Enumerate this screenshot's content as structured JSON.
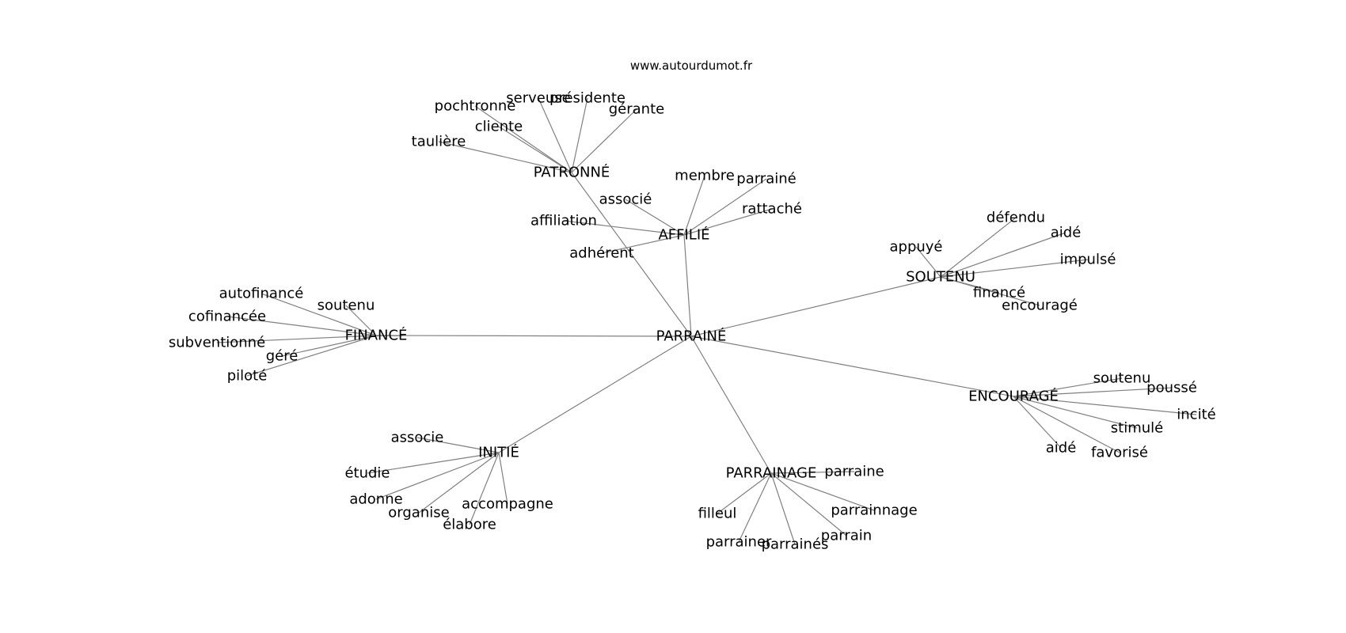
{
  "site": "www.autourdumot.fr",
  "center": {
    "id": "parraine",
    "label": "PARRAINÉ"
  },
  "hubs": [
    {
      "id": "patronne",
      "label": "PATRONNÉ",
      "leaves": [
        "serveuse",
        "présidente",
        "pochtronne",
        "gérante",
        "cliente",
        "taulière"
      ]
    },
    {
      "id": "affilie",
      "label": "AFFILIÉ",
      "leaves": [
        "membre",
        "parrainé",
        "associé",
        "rattaché",
        "affiliation",
        "adhérent"
      ]
    },
    {
      "id": "soutenu",
      "label": "SOUTENU",
      "leaves": [
        "défendu",
        "aidé",
        "appuyé",
        "impulsé",
        "financé",
        "encouragé"
      ]
    },
    {
      "id": "finance",
      "label": "FINANCÉ",
      "leaves": [
        "autofinancé",
        "soutenu",
        "cofinancée",
        "subventionné",
        "géré",
        "piloté"
      ]
    },
    {
      "id": "encourage",
      "label": "ENCOURAGÉ",
      "leaves": [
        "soutenu",
        "poussé",
        "incité",
        "stimulé",
        "aidé",
        "favorisé"
      ]
    },
    {
      "id": "initie",
      "label": "INITIÉ",
      "leaves": [
        "associe",
        "étudie",
        "adonne",
        "accompagne",
        "organise",
        "élabore"
      ]
    },
    {
      "id": "parrainage",
      "label": "PARRAINAGE",
      "leaves": [
        "parraine",
        "parrainnage",
        "filleul",
        "parrain",
        "parrainer",
        "parrainés"
      ]
    }
  ]
}
